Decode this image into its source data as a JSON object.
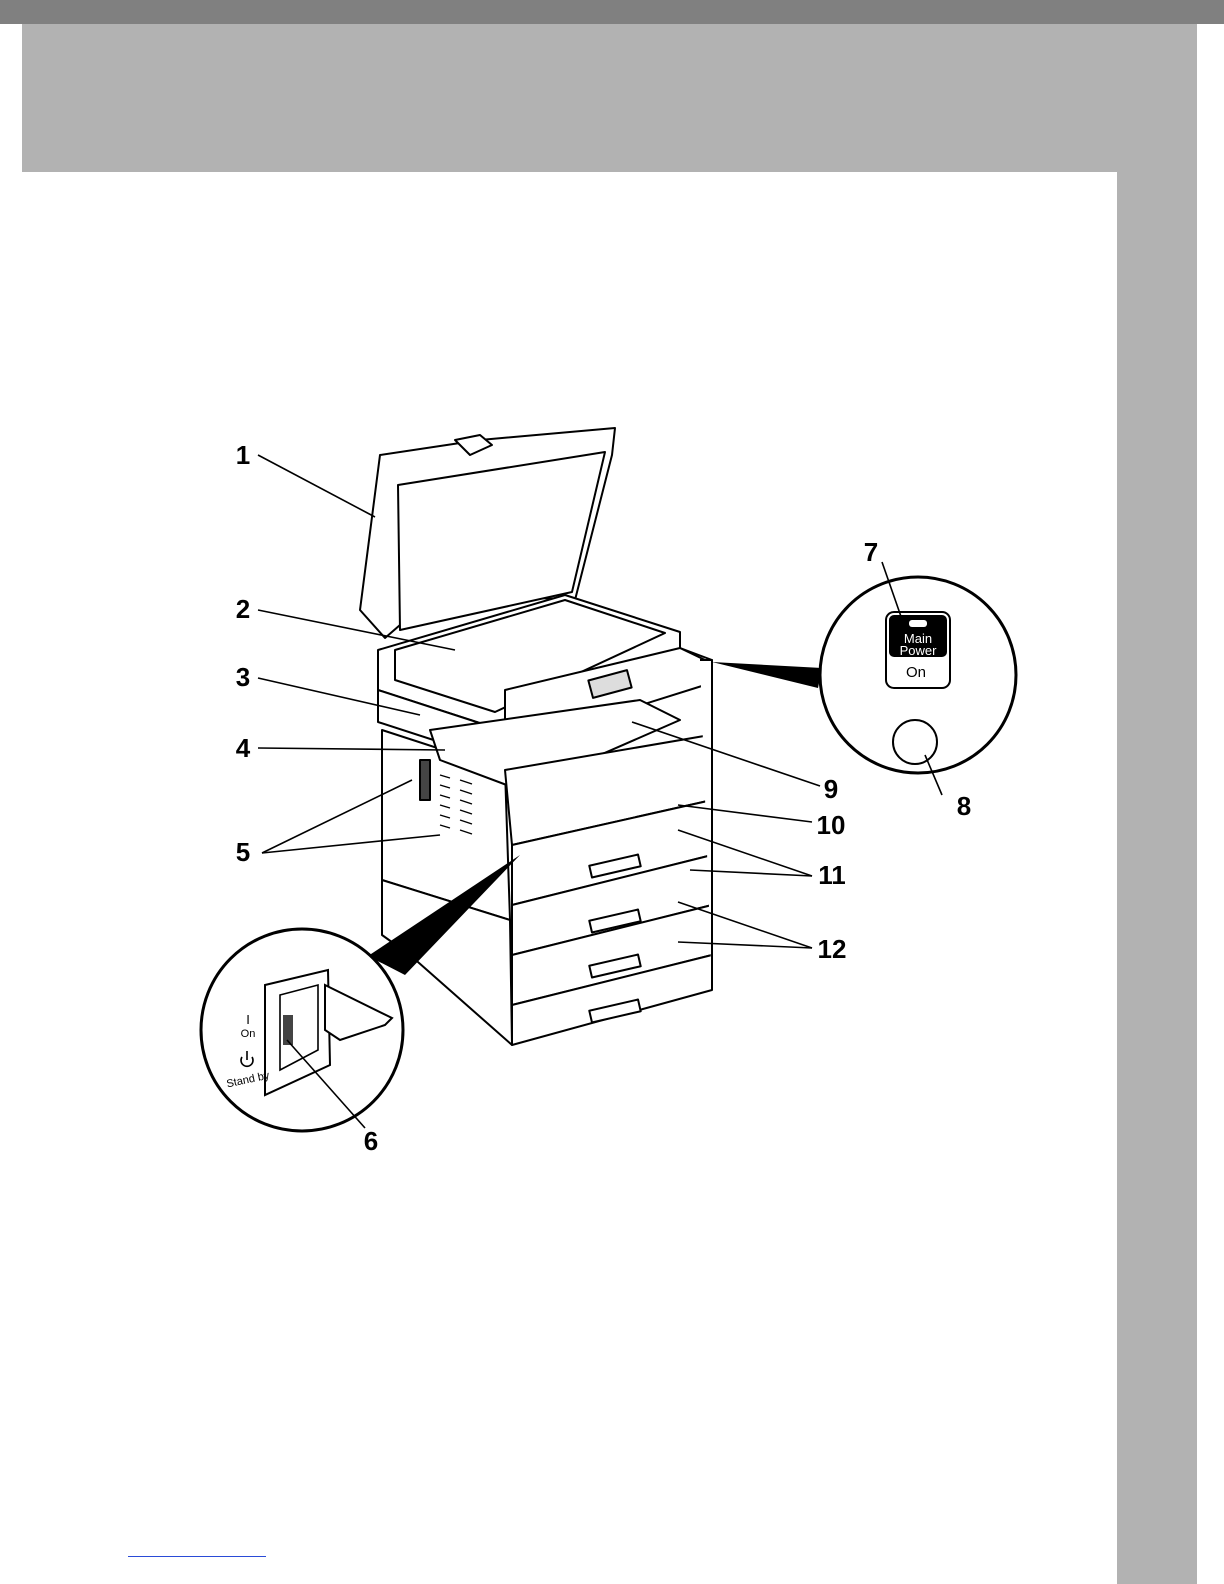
{
  "callouts": [
    "1",
    "2",
    "3",
    "4",
    "5",
    "6",
    "7",
    "8",
    "9",
    "10",
    "11",
    "12"
  ],
  "power_inset": {
    "main_label": "Main",
    "power_label": "Power",
    "on_label": "On"
  },
  "switch_inset": {
    "on_symbol": "I",
    "on_label": "On",
    "standby_label": "Stand by",
    "standby_icon": "power-standby-icon"
  },
  "colors": {
    "header_band": "#b2b2b2",
    "top_strip": "#808080",
    "footer_link": "#2a4bd7"
  }
}
